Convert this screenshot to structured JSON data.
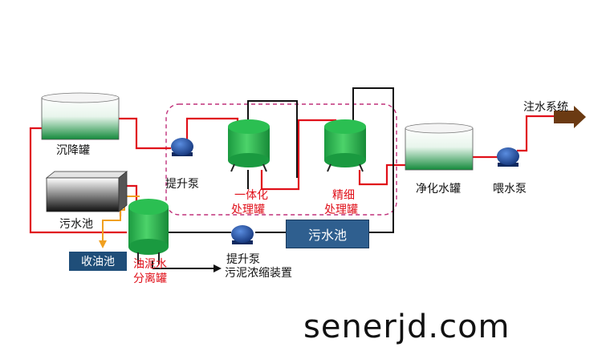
{
  "labels": {
    "settling_tank": "沉降罐",
    "sewage_pool_left": "污水池",
    "oil_tank": "收油池",
    "separator_line1": "油泥水",
    "separator_line2": "分离罐",
    "lift_pump_top": "提升泵",
    "integrated_line1": "一体化",
    "integrated_line2": "处理罐",
    "fine_line1": "精细",
    "fine_line2": "处理罐",
    "sewage_pool_mid": "污水池",
    "lift_pump_bottom": "提升泵",
    "sludge_device": "污泥浓缩装置",
    "clean_tank": "净化水罐",
    "feed_pump": "喂水泵",
    "injection_system": "注水系统"
  },
  "watermark": "senerjd.com",
  "colors": {
    "pipe_red": "#e0101a",
    "pipe_black": "#111111",
    "pipe_orange": "#f0a020",
    "tank_green": "#1fa84a",
    "pump_blue": "#1f4e9c",
    "dashed_box": "#c0307a",
    "pool_box": "#1f4e79",
    "arrow_brown": "#6b3a12"
  }
}
